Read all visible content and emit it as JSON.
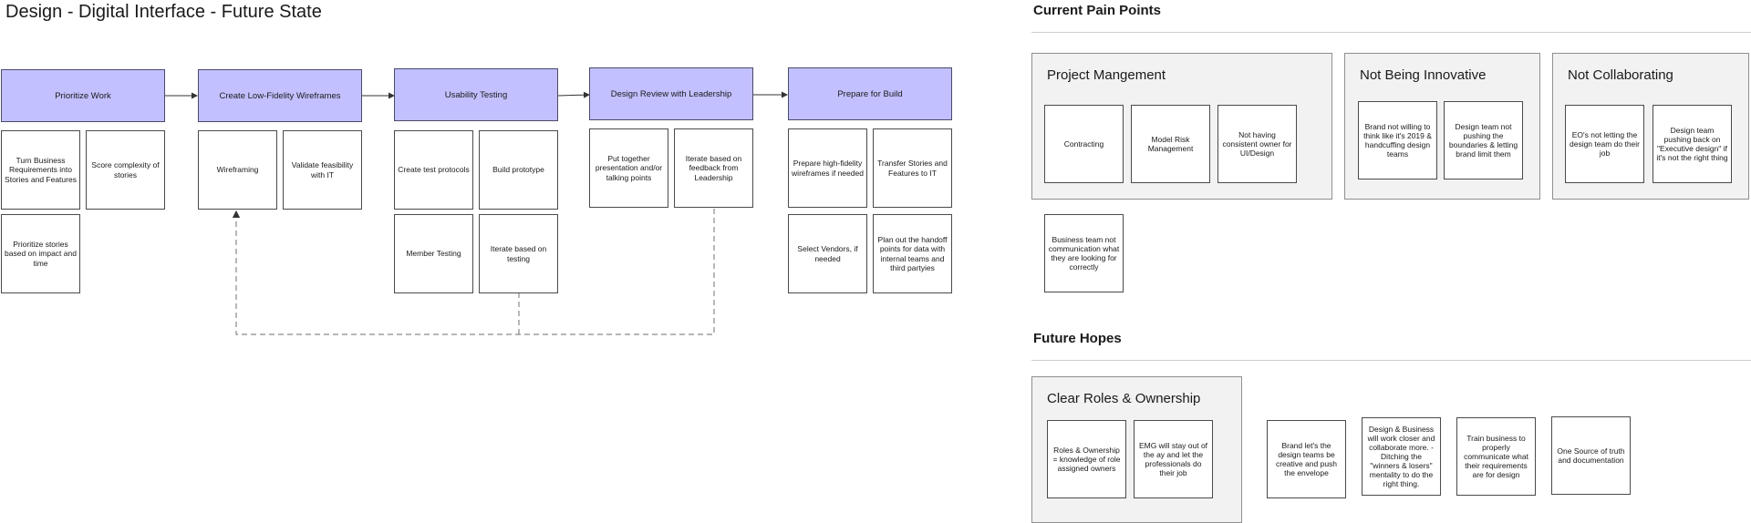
{
  "title": "Design - Digital Interface - Future State",
  "workflow": {
    "stages": [
      {
        "label": "Prioritize Work",
        "tasks": [
          "Turn Business Requirements into Stories and Features",
          "Score complexity of stories",
          "Prioritize stories based on impact and time"
        ]
      },
      {
        "label": "Create Low-Fidelity Wireframes",
        "tasks": [
          "Wireframing",
          "Validate feasibility with IT"
        ]
      },
      {
        "label": "Usability Testing",
        "tasks": [
          "Create test protocols",
          "Build prototype",
          "Member Testing",
          "Iterate based on testing"
        ]
      },
      {
        "label": "Design Review with Leadership",
        "tasks": [
          "Put together presentation and/or talking points",
          "Iterate based on feedback from Leadership"
        ]
      },
      {
        "label": "Prepare for Build",
        "tasks": [
          "Prepare high-fidelity wireframes if needed",
          "Transfer Stories and Features to IT",
          "Select Vendors, if needed",
          "Plan out the handoff points for data with internal teams and third partyies"
        ]
      }
    ]
  },
  "pain_points": {
    "heading": "Current Pain Points",
    "groups": [
      {
        "title": "Project Mangement",
        "notes": [
          "Contracting",
          "Model Risk Management",
          "Not having consistent owner for UI/Design"
        ]
      },
      {
        "title": "Not Being Innovative",
        "notes": [
          "Brand not willing to think like it's 2019 & handcuffing design teams",
          "Design team not pushing the boundaries & letting brand limit them"
        ]
      },
      {
        "title": "Not Collaborating",
        "notes": [
          "EO's not letting the design team do their job",
          "Design team pushing back on \"Executive design\" if it's not the right thing"
        ]
      }
    ],
    "loose_notes": [
      "Business team not communication what they are looking for correctly"
    ]
  },
  "future_hopes": {
    "heading": "Future Hopes",
    "groups": [
      {
        "title": "Clear Roles & Ownership",
        "notes": [
          "Roles & Ownership = knowledge of role assigned owners",
          "EMG will stay out of the ay and let the professionals do their job"
        ]
      }
    ],
    "loose_notes": [
      "Brand let's the design teams be creative and push the envelope",
      "Design & Business will work closer and collaborate more. - Ditching the \"winners & losers\" mentality to do the right thing.",
      "Train business to properly communicate what their requirements are for design",
      "One Source of truth and documentation"
    ]
  },
  "colors": {
    "stage_fill": "#c2c0ff",
    "group_fill": "#f2f2f2",
    "connector": "#8a8a8a"
  }
}
